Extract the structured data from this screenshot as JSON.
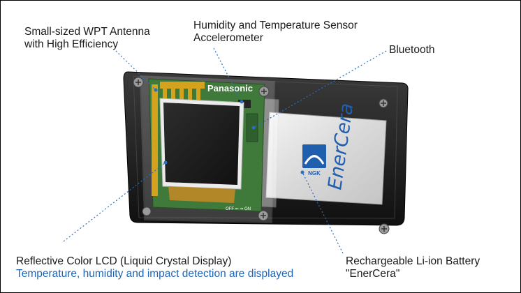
{
  "labels": {
    "antenna": {
      "line1": "Small-sized WPT Antenna",
      "line2": "with High Efficiency"
    },
    "sensor": {
      "line1": "Humidity and Temperature Sensor",
      "line2": "Accelerometer"
    },
    "bluetooth": {
      "line1": "Bluetooth"
    },
    "lcd": {
      "line1": "Reflective Color LCD (Liquid Crystal Display)",
      "line2": "Temperature, humidity and impact detection are displayed"
    },
    "battery": {
      "line1": "Rechargeable Li-ion Battery",
      "line2": "\"EnerCera\""
    }
  },
  "device": {
    "brand": "Panasonic",
    "battery_brand": "EnerCera",
    "battery_maker": "NGK",
    "switch_text": "OFF ⇐ ⇒ ON"
  },
  "colors": {
    "leader_line": "#2a6fc0",
    "accent_text": "#1e64b4",
    "pcb": "#3f7a3a",
    "antenna_gold": "#d4a21c",
    "case": "#1b1b1b"
  }
}
